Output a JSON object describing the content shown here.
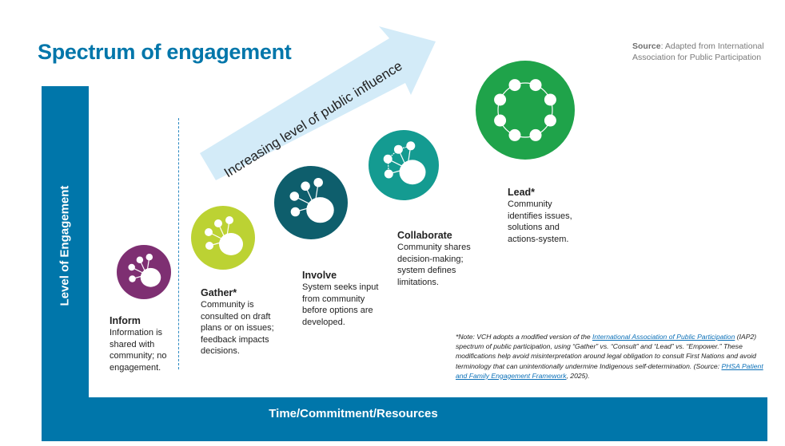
{
  "title": "Spectrum of engagement",
  "source": {
    "label": "Source",
    "text": ": Adapted from International Association for Public Participation"
  },
  "arrow": {
    "label": "Increasing level of public influence",
    "color": "#D3EBF8"
  },
  "axes": {
    "y_label": "Level of Engagement",
    "x_label": "Time/Commitment/Resources",
    "color": "#0076AA"
  },
  "steps": [
    {
      "name": "Inform",
      "description": "Information is shared with community; no engagement.",
      "color": "#7E2F72",
      "icon": "inform-network-icon"
    },
    {
      "name": "Gather*",
      "description": "Community is consulted on draft plans or on issues; feedback impacts decisions.",
      "color": "#BCD233",
      "icon": "gather-network-icon"
    },
    {
      "name": "Involve",
      "description": "System seeks input from community before options are developed.",
      "color": "#0E5E6C",
      "icon": "involve-network-icon"
    },
    {
      "name": "Collaborate",
      "description": "Community shares decision-making; system defines limitations.",
      "color": "#149B91",
      "icon": "collaborate-network-icon"
    },
    {
      "name": "Lead*",
      "description": "Community identifies issues, solutions and actions-system.",
      "color": "#1FA34A",
      "icon": "lead-circle-network-icon"
    }
  ],
  "note": {
    "prefix": "*Note: VCH adopts a modified version of the ",
    "link1": "International Association of Public Participation",
    "middle": " (IAP2) spectrum of public participation, using “Gather” vs. “Consult” and “Lead” vs. “Empower.” These modifications help avoid misinterpretation around legal obligation to consult First Nations and avoid terminology that can unintentionally undermine Indigenous self-determination. (Source: ",
    "link2": "PHSA Patient and Family Engagement Framework",
    "suffix": ", 2025)."
  }
}
